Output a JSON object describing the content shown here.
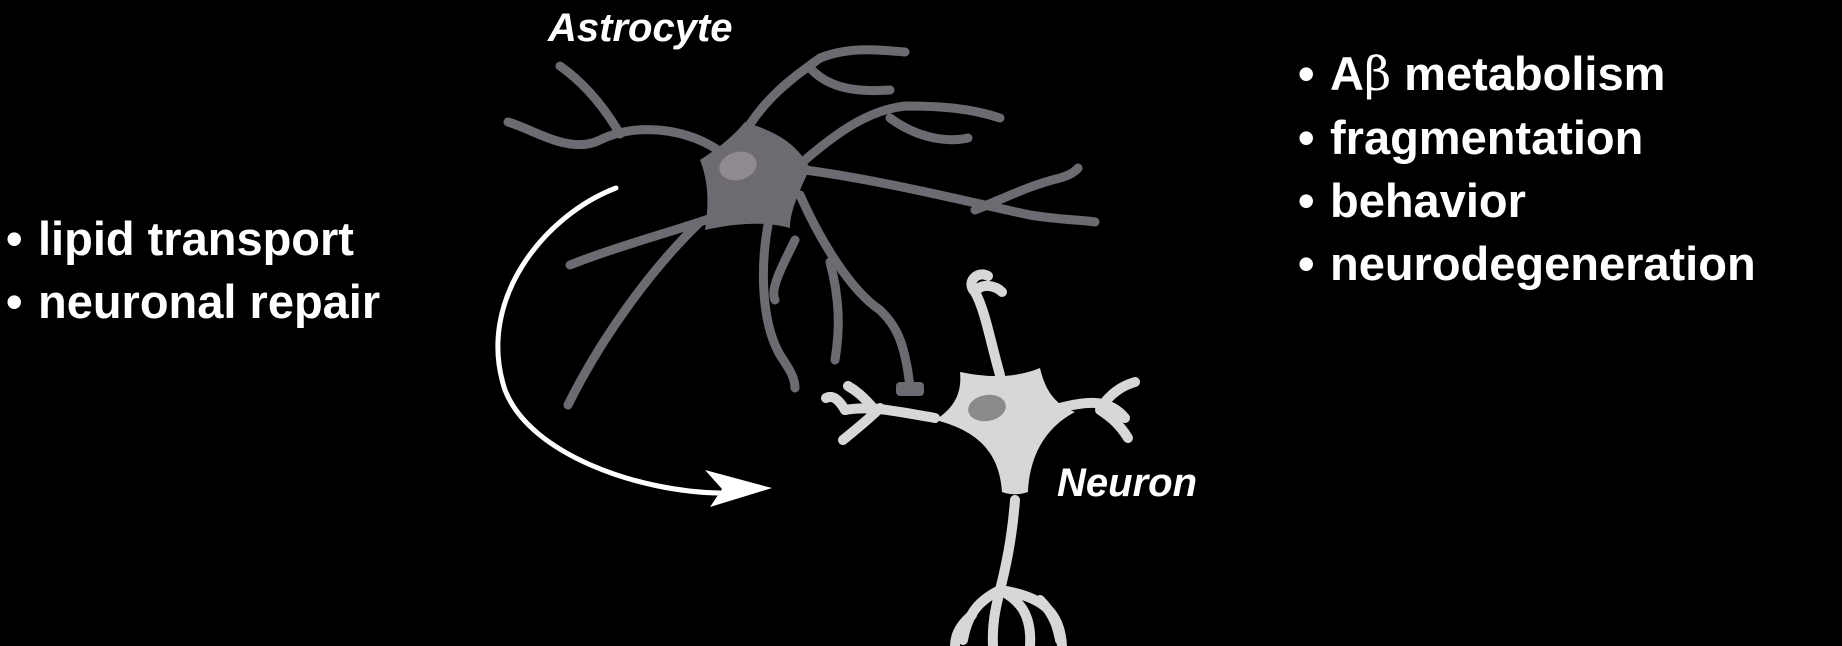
{
  "labels": {
    "astrocyte": "Astrocyte",
    "neuron": "Neuron"
  },
  "left_list": [
    "lipid transport",
    "neuronal repair"
  ],
  "right_list": {
    "first_prefix": "A",
    "first_symbol": "β",
    "first_suffix": " metabolism",
    "items": [
      "fragmentation",
      "behavior",
      "neurodegeneration"
    ]
  },
  "colors": {
    "background": "#000000",
    "astrocyte_fill": "#6e6a72",
    "astrocyte_nucleus": "#8e8a90",
    "neuron_fill": "#d7d7d7",
    "neuron_nucleus": "#8a8a8a",
    "arrow": "#ffffff",
    "text": "#ffffff"
  }
}
